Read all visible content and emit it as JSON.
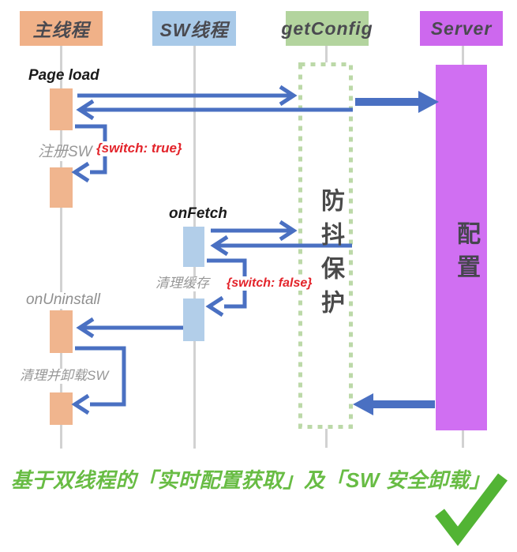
{
  "lanes": [
    {
      "id": "main",
      "label": "主线程",
      "color": "#F0B188"
    },
    {
      "id": "sw",
      "label": "SW线程",
      "color": "#A8C9E8"
    },
    {
      "id": "getconfig",
      "label": "getConfig",
      "color": "#B3D49E"
    },
    {
      "id": "server",
      "label": "Server",
      "color": "#CD68EE"
    }
  ],
  "messages": {
    "page_load": "Page load",
    "register_sw": "注册SW",
    "switch_true": "{switch: true}",
    "on_fetch": "onFetch",
    "clear_cache": "清理缓存",
    "switch_false": "{switch: false}",
    "on_uninstall": "onUninstall",
    "cleanup_uninstall_sw": "清理并卸载SW"
  },
  "notes": {
    "debounce_guard": "防抖保护",
    "config": "配置"
  },
  "caption": "基于双线程的「实时配置获取」及「SW 安全卸载」",
  "icons": {
    "checkmark_icon": "✓"
  },
  "colors": {
    "main_lane": "#F0B188",
    "sw_lane": "#A8C9E8",
    "getconfig_lane": "#B3D49E",
    "server_lane": "#CD68EE",
    "activation_main": "#F0B58E",
    "activation_sw": "#B2CEE9",
    "server_activation": "#D06FF2",
    "arrow_blue": "#4A70C2",
    "dashed_border_green": "#BCD9A8",
    "label_gray": "#979797",
    "label_black": "#1B1B1B",
    "alert_red": "#E3242B",
    "caption_green": "#68BC44",
    "checkmark_green": "#52B434",
    "lifeline_gray": "#D2D2D2"
  }
}
